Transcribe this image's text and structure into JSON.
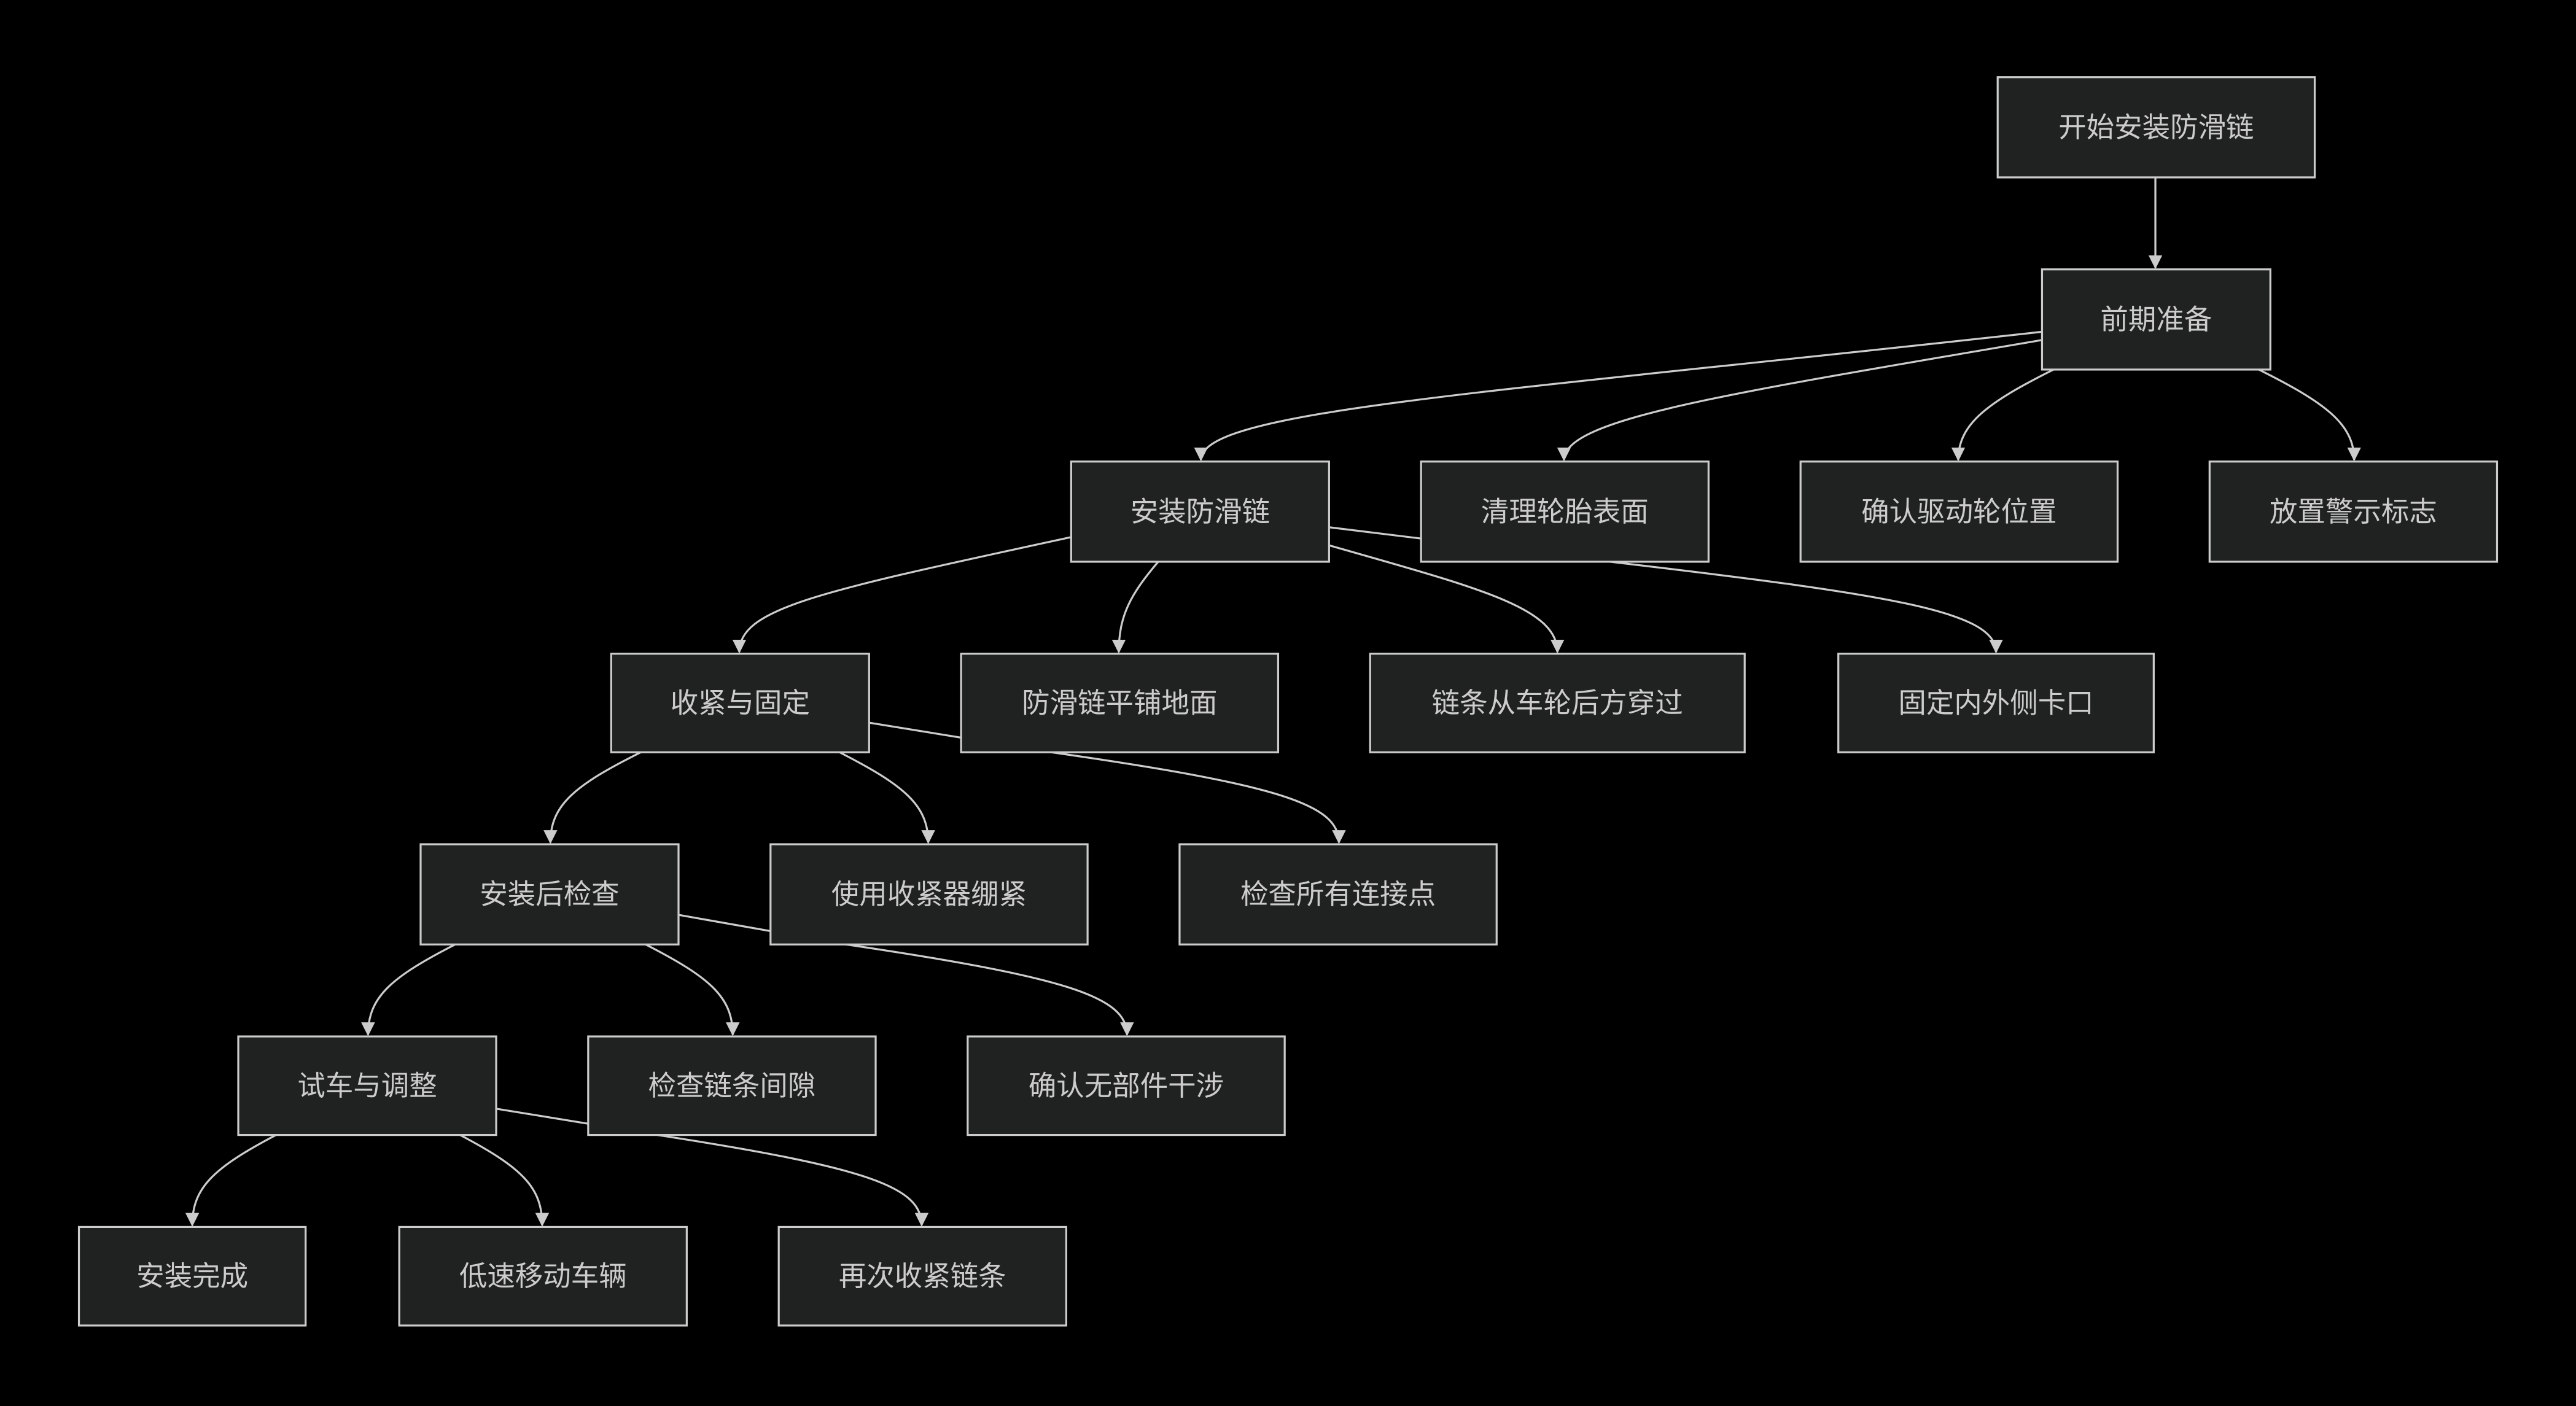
{
  "title": "安装防滑链流程",
  "colors": {
    "background": "#000000",
    "node_fill": "#202222",
    "node_stroke": "#cccccc",
    "text": "#cccccc",
    "edge": "#cccccc"
  },
  "nodes": {
    "start": "开始安装防滑链",
    "prep": "前期准备",
    "install": "安装防滑链",
    "clean": "清理轮胎表面",
    "drive": "确认驱动轮位置",
    "warn": "放置警示标志",
    "tighten": "收紧与固定",
    "lay": "防滑链平铺地面",
    "through": "链条从车轮后方穿过",
    "clip": "固定内外侧卡口",
    "check": "安装后检查",
    "tensioner": "使用收紧器绷紧",
    "points": "检查所有连接点",
    "test": "试车与调整",
    "gap": "检查链条间隙",
    "interfere": "确认无部件干涉",
    "done": "安装完成",
    "slow": "低速移动车辆",
    "retighten": "再次收紧链条"
  },
  "edges": [
    [
      "start",
      "prep"
    ],
    [
      "prep",
      "install"
    ],
    [
      "prep",
      "clean"
    ],
    [
      "prep",
      "drive"
    ],
    [
      "prep",
      "warn"
    ],
    [
      "install",
      "tighten"
    ],
    [
      "install",
      "lay"
    ],
    [
      "install",
      "through"
    ],
    [
      "install",
      "clip"
    ],
    [
      "tighten",
      "check"
    ],
    [
      "tighten",
      "tensioner"
    ],
    [
      "tighten",
      "points"
    ],
    [
      "check",
      "test"
    ],
    [
      "check",
      "gap"
    ],
    [
      "check",
      "interfere"
    ],
    [
      "test",
      "done"
    ],
    [
      "test",
      "slow"
    ],
    [
      "test",
      "retighten"
    ]
  ]
}
